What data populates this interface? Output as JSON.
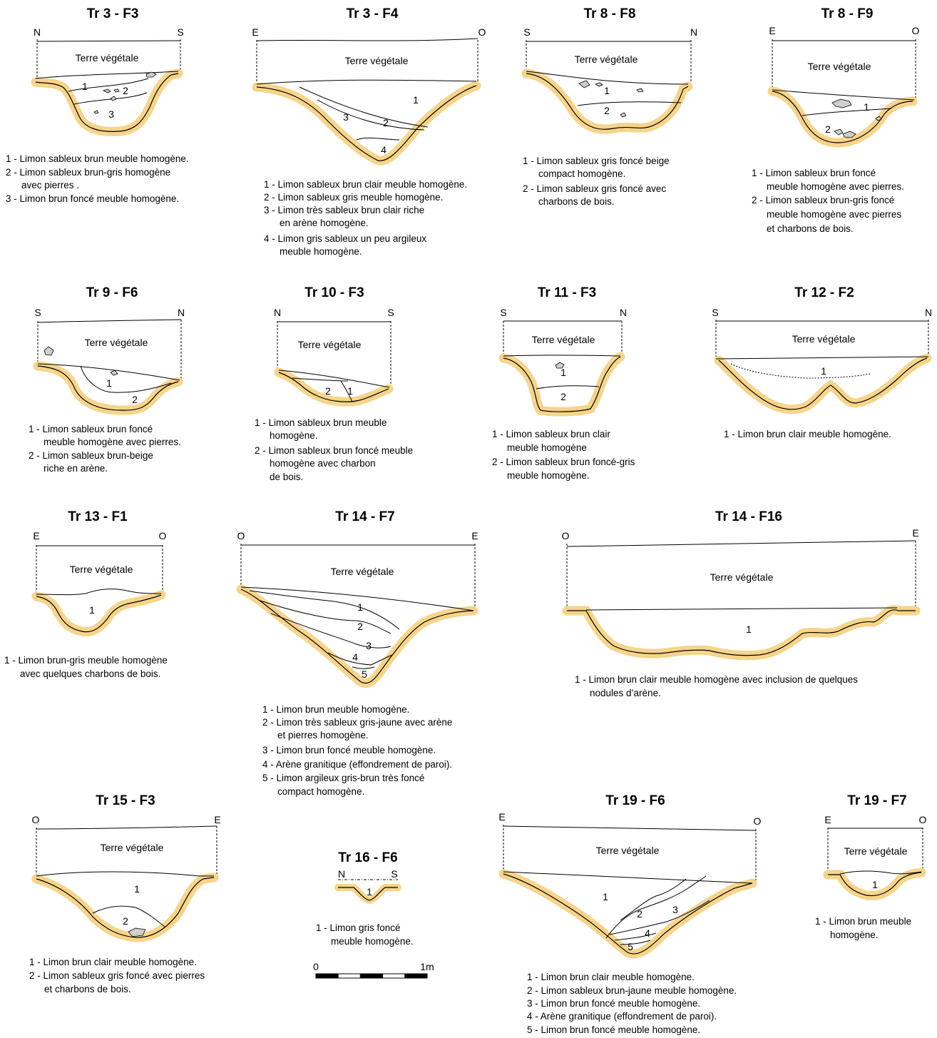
{
  "colors": {
    "substrate": "#f6d48a",
    "line": "#000000",
    "stone_fill": "#cfcfcf"
  },
  "topsoil_label": "Terre végétale",
  "sections": [
    {
      "id": "tr3-f3",
      "title": "Tr 3 - F3",
      "dirs": [
        "N",
        "S"
      ],
      "layers": [
        "1",
        "2",
        "3"
      ],
      "legend": [
        "1 - Limon sableux brun meuble homogène.",
        "2 - Limon  sableux brun-gris homogène",
        "avec pierres .",
        "3 - Limon brun foncé meuble homogène."
      ]
    },
    {
      "id": "tr3-f4",
      "title": "Tr 3 - F4",
      "dirs": [
        "E",
        "O"
      ],
      "layers": [
        "1",
        "2",
        "3",
        "4"
      ],
      "legend": [
        "1 - Limon sableux brun clair meuble homogène.",
        "2 - Limon sableux gris meuble homogène.",
        "3 - Limon très sableux brun clair riche",
        "en arène homogène.",
        "4 - Limon gris sableux un peu argileux",
        "meuble homogène."
      ]
    },
    {
      "id": "tr8-f8",
      "title": "Tr 8 - F8",
      "dirs": [
        "S",
        "N"
      ],
      "layers": [
        "1",
        "2"
      ],
      "legend": [
        "1 - Limon sableux gris foncé beige",
        "compact homogène.",
        "2 - Limon sableux gris foncé avec",
        "charbons de bois."
      ]
    },
    {
      "id": "tr8-f9",
      "title": "Tr 8 - F9",
      "dirs": [
        "E",
        "O"
      ],
      "layers": [
        "1",
        "2"
      ],
      "legend": [
        "1 - Limon sableux brun foncé",
        "meuble homogène avec pierres.",
        "2 - Limon sableux brun-gris foncé",
        "meuble homogène avec pierres",
        "et charbons de bois."
      ]
    },
    {
      "id": "tr9-f6",
      "title": "Tr 9 - F6",
      "dirs": [
        "S",
        "N"
      ],
      "layers": [
        "1",
        "2"
      ],
      "legend": [
        "1 - Limon sableux brun foncé",
        "meuble homogène avec pierres.",
        "2 - Limon sableux brun-beige",
        "riche en arène."
      ]
    },
    {
      "id": "tr10-f3",
      "title": "Tr 10 - F3",
      "dirs": [
        "N",
        "S"
      ],
      "layers": [
        "2",
        "1"
      ],
      "legend": [
        "1 - Limon sableux brun meuble",
        "homogène.",
        "2 - Limon sableux brun foncé meuble",
        "homogène avec charbon",
        "de bois."
      ]
    },
    {
      "id": "tr11-f3",
      "title": "Tr 11 - F3",
      "dirs": [
        "S",
        "N"
      ],
      "layers": [
        "1",
        "2"
      ],
      "legend": [
        "1 - Limon sableux brun clair",
        "meuble homogène",
        "2 - Limon sableux brun foncé-gris",
        "meuble homogène."
      ]
    },
    {
      "id": "tr12-f2",
      "title": "Tr 12 - F2",
      "dirs": [
        "S",
        "N"
      ],
      "layers": [
        "1"
      ],
      "legend": [
        "1 - Limon brun clair meuble homogène."
      ]
    },
    {
      "id": "tr13-f1",
      "title": "Tr 13 - F1",
      "dirs": [
        "E",
        "O"
      ],
      "layers": [
        "1"
      ],
      "legend": [
        "1 - Limon brun-gris meuble homogène",
        "avec quelques charbons de bois."
      ]
    },
    {
      "id": "tr14-f7",
      "title": "Tr 14 - F7",
      "dirs": [
        "O",
        "E"
      ],
      "layers": [
        "1",
        "2",
        "3",
        "4",
        "5"
      ],
      "legend": [
        "1 - Limon brun meuble homogène.",
        "2 - Limon très sableux gris-jaune avec arène",
        "et pierres homogène.",
        "3 - Limon brun foncé meuble homogène.",
        "4 - Arène granitique (effondrement de paroi).",
        "5 - Limon argileux gris-brun très foncé",
        "compact homogène."
      ]
    },
    {
      "id": "tr14-f16",
      "title": "Tr 14 - F16",
      "dirs": [
        "O",
        "E"
      ],
      "layers": [
        "1"
      ],
      "legend": [
        "1 - Limon brun clair meuble homogène avec inclusion de quelques",
        "nodules d’arène."
      ]
    },
    {
      "id": "tr15-f3",
      "title": "Tr 15 - F3",
      "dirs": [
        "O",
        "E"
      ],
      "layers": [
        "1",
        "2"
      ],
      "legend": [
        "1 - Limon brun clair meuble homogène.",
        "2 - Limon sableux gris foncé avec pierres",
        "et charbons de bois."
      ]
    },
    {
      "id": "tr16-f6",
      "title": "Tr 16 - F6",
      "dirs": [
        "N",
        "S"
      ],
      "layers": [
        "1"
      ],
      "legend": [
        "1 - Limon gris foncé",
        "meuble homogène."
      ]
    },
    {
      "id": "tr19-f6",
      "title": "Tr 19 - F6",
      "dirs": [
        "E",
        "O"
      ],
      "layers": [
        "1",
        "2",
        "3",
        "4",
        "5"
      ],
      "legend": [
        "1 - Limon brun clair meuble homogène.",
        "2 - Limon sableux brun-jaune meuble homogène.",
        "3 - Limon brun foncé meuble homogène.",
        "4 - Arène granitique (effondrement de paroi).",
        "5 - Limon brun foncé meuble homogène."
      ]
    },
    {
      "id": "tr19-f7",
      "title": "Tr 19 - F7",
      "dirs": [
        "E",
        "O"
      ],
      "layers": [
        "1"
      ],
      "legend": [
        "1 - Limon brun meuble",
        "homogène."
      ]
    }
  ],
  "scale_bar": {
    "start_label": "0",
    "end_label": "1m",
    "segments": 5
  }
}
